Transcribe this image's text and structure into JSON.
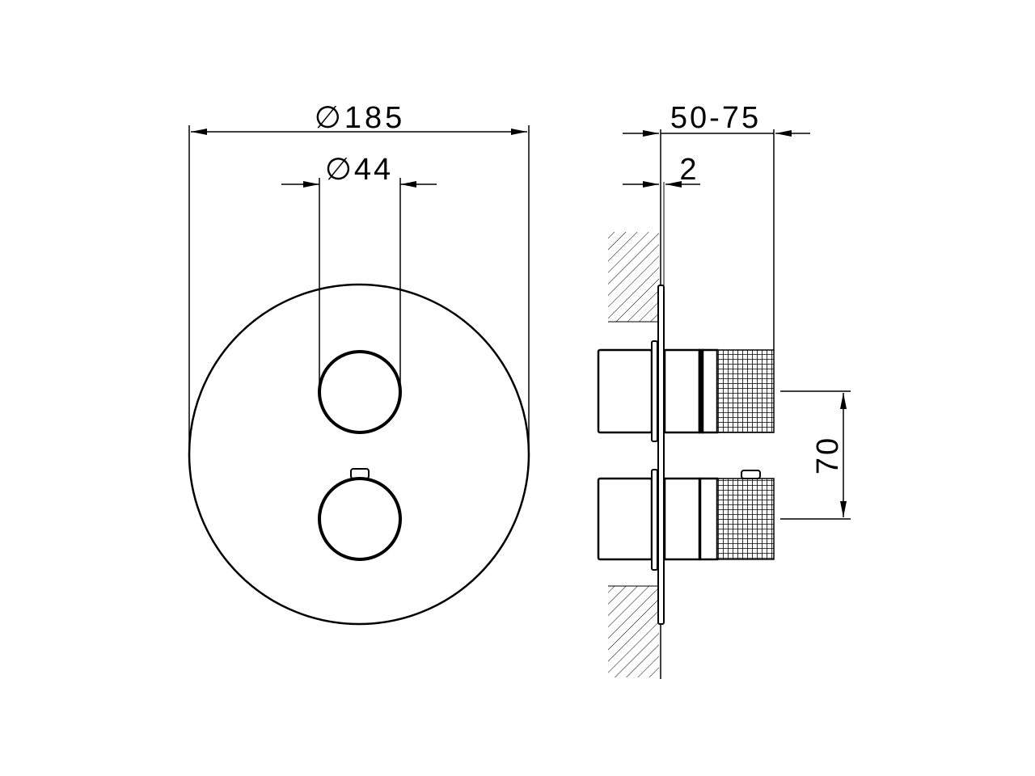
{
  "front_view": {
    "outer_diameter_label": "∅185",
    "knob_diameter_label": "∅44"
  },
  "side_view": {
    "depth_label": "50-75",
    "plate_thickness_label": "2",
    "knob_spacing_label": "70"
  },
  "colors": {
    "line": "#000000",
    "background": "#ffffff"
  }
}
